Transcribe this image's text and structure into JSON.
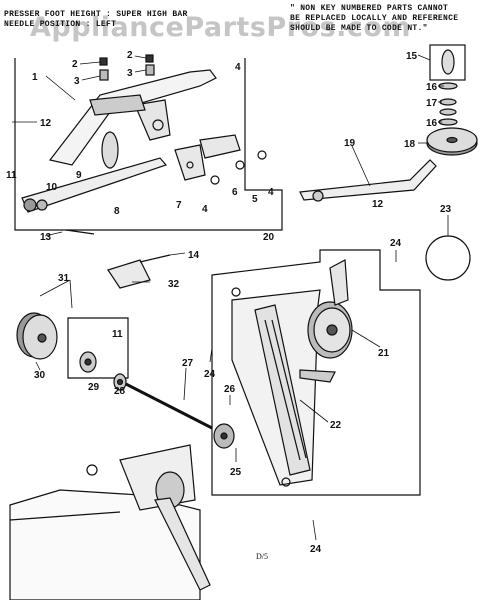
{
  "notes": {
    "left_line1": "PRESSER FOOT HEIGHT : SUPER HIGH BAR",
    "left_line2": "NEEDLE POSITION : LEFT",
    "right_line1": "\" NON KEY NUMBERED PARTS CANNOT",
    "right_line2": "BE REPLACED LOCALLY AND REFERENCE",
    "right_line3": "SHOULD BE MADE TO CODE NT.\""
  },
  "watermark": "AppliancePartsPros.com",
  "page_number": "D/5",
  "callouts": {
    "c1": "1",
    "c2a": "2",
    "c2b": "2",
    "c3a": "3",
    "c3b": "3",
    "c4a": "4",
    "c4b": "4",
    "c4c": "4",
    "c5": "5",
    "c6": "6",
    "c7": "7",
    "c8": "8",
    "c9": "9",
    "c10": "10",
    "c11a": "11",
    "c11b": "11",
    "c12a": "12",
    "c12b": "12",
    "c13": "13",
    "c14": "14",
    "c15": "15",
    "c16a": "16",
    "c16b": "16",
    "c17": "17",
    "c18": "18",
    "c19": "19",
    "c20": "20",
    "c21": "21",
    "c22": "22",
    "c23": "23",
    "c24a": "24",
    "c24b": "24",
    "c24c": "24",
    "c25": "25",
    "c26": "26",
    "c27": "27",
    "c28": "28",
    "c29": "29",
    "c30": "30",
    "c31": "31",
    "c32": "32"
  }
}
